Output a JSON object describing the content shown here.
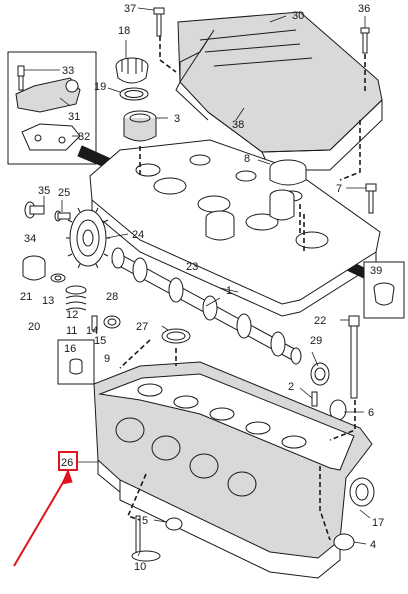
{
  "labels": {
    "l37": "37",
    "l30": "30",
    "l36": "36",
    "l18": "18",
    "l19": "19",
    "l3": "3",
    "l33": "33",
    "l31": "31",
    "l32": "32",
    "l38": "38",
    "l8": "8",
    "l7": "7",
    "l35": "35",
    "l25": "25",
    "l34": "34",
    "l24": "24",
    "l39": "39",
    "l21": "21",
    "l13": "13",
    "l28": "28",
    "l23": "23",
    "l1": "1",
    "l12": "12",
    "l22": "22",
    "l20": "20",
    "l11": "11",
    "l14": "14",
    "l27": "27",
    "l16": "16",
    "l15": "15",
    "l9": "9",
    "l29": "29",
    "l2": "2",
    "l6": "6",
    "l26": "26",
    "l17": "17",
    "l5": "5",
    "l4": "4",
    "l10": "10"
  },
  "highlight": {
    "color": "#e0141e",
    "target": "26"
  }
}
